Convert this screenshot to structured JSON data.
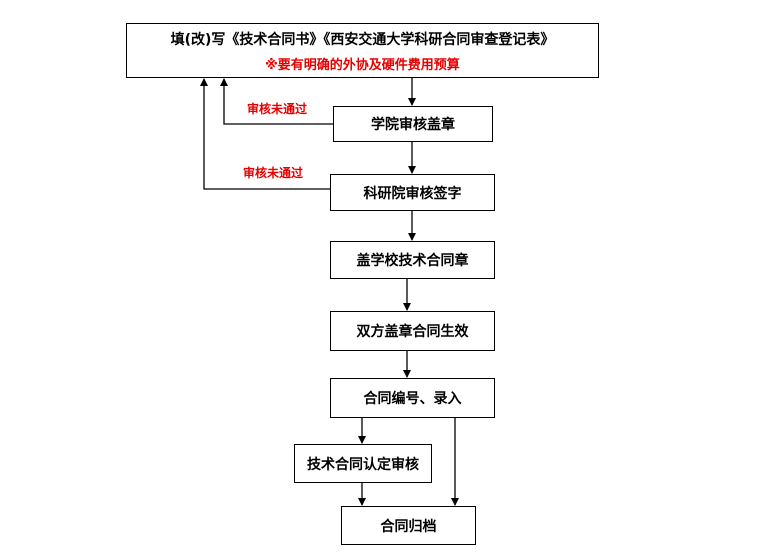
{
  "colors": {
    "line": "#000000",
    "warning": "#e60000"
  },
  "steps": {
    "fill_form": {
      "title": "填(改)写《技术合同书》《西安交通大学科研合同审查登记表》",
      "note": "※要有明确的外协及硬件费用预算"
    },
    "college_review": "学院审核盖章",
    "research_review": "科研院审核签字",
    "school_stamp": "盖学校技术合同章",
    "both_stamp": "双方盖章合同生效",
    "contract_number": "合同编号、录入",
    "contract_certify": "技术合同认定审核",
    "archive": "合同归档"
  },
  "rejections": {
    "college": "审核未通过",
    "research": "审核未通过"
  }
}
